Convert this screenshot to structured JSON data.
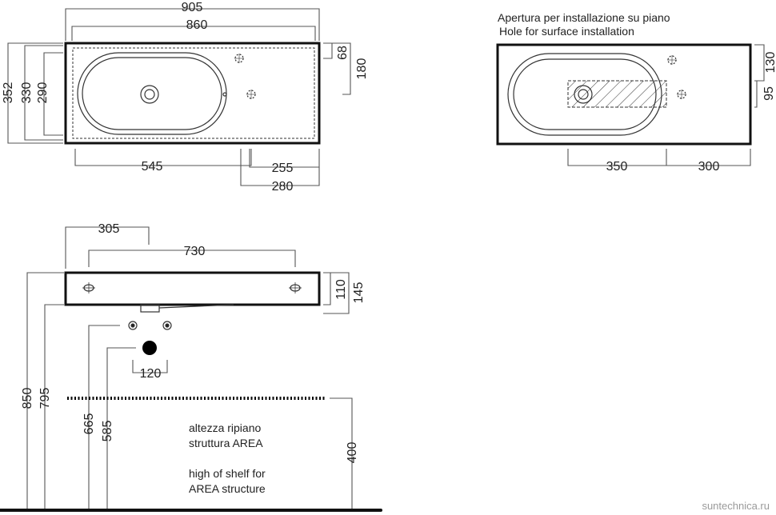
{
  "top_view": {
    "dims": {
      "w905": "905",
      "w860": "860",
      "h352": "352",
      "h330": "330",
      "h290": "290",
      "d68": "68",
      "d180": "180",
      "d545": "545",
      "d255": "255",
      "d280": "280"
    }
  },
  "surface_view": {
    "caption_it": "Apertura per installazione su piano",
    "caption_en": "Hole for surface installation",
    "dims": {
      "d130": "130",
      "d95": "95",
      "d350": "350",
      "d300": "300"
    }
  },
  "front_view": {
    "dims": {
      "d305": "305",
      "d730": "730",
      "d110": "110",
      "d145": "145",
      "d120": "120",
      "d850": "850",
      "d795": "795",
      "d665": "665",
      "d585": "585",
      "d400": "400"
    },
    "shelf_note_it": [
      "altezza ripiano",
      "struttura AREA"
    ],
    "shelf_note_en": [
      "high of shelf for",
      "AREA structure"
    ]
  },
  "watermark": "suntechnica.ru",
  "colors": {
    "line": "#111111",
    "dim_line": "#555555",
    "text": "#222222",
    "watermark": "#9a9a9a"
  }
}
